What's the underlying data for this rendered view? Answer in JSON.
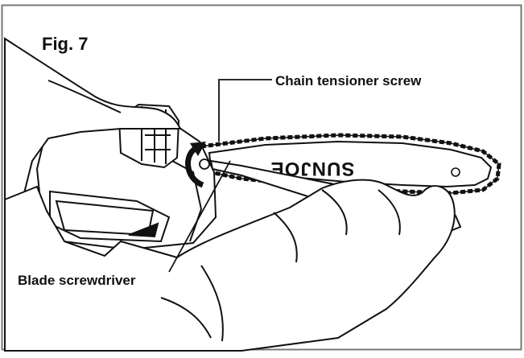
{
  "figure": {
    "title": "Fig. 7",
    "brand_text": "SUNJOE"
  },
  "callouts": {
    "chain_tensioner_screw": "Chain tensioner screw",
    "blade_screwdriver": "Blade screwdriver"
  },
  "colors": {
    "line": "#111111",
    "frame": "#777777",
    "fill": "#ffffff"
  }
}
